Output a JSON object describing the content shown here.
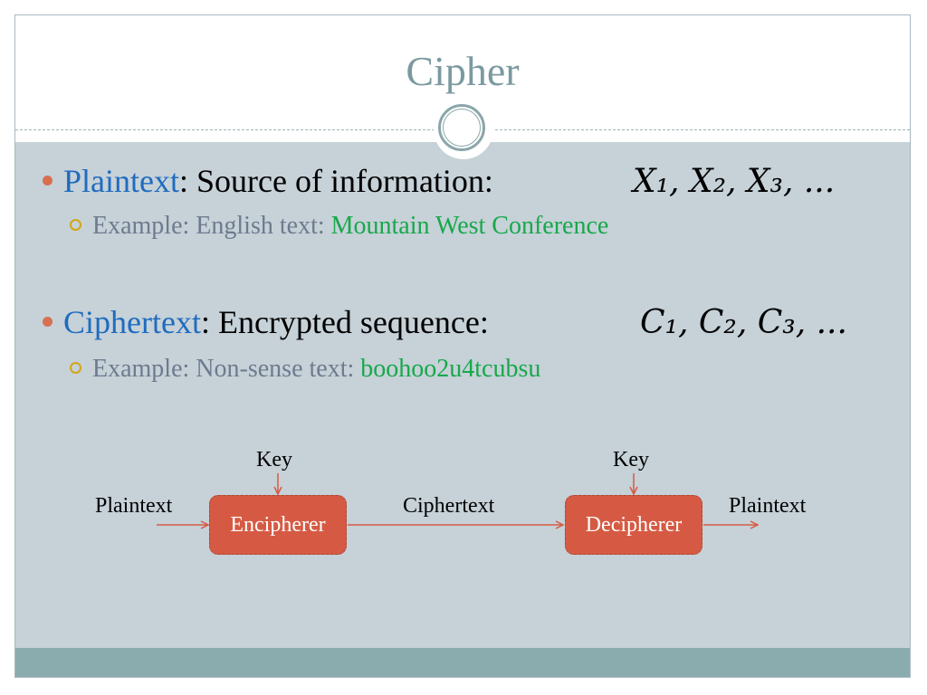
{
  "slide": {
    "title": "Cipher"
  },
  "bullets": [
    {
      "keyword": "Plaintext",
      "rest": ":  Source of information:",
      "math": "X₁, X₂, X₃, ...",
      "example_label": "Example:  English text:  ",
      "example_value": "Mountain West Conference"
    },
    {
      "keyword": "Ciphertext",
      "rest": ":  Encrypted sequence:",
      "math": "C₁, C₂, C₃, ...",
      "example_label": "Example:  Non-sense text:  ",
      "example_value": "boohoo2u4tcubsu"
    }
  ],
  "diagram": {
    "input_label": "Plaintext",
    "key_label_1": "Key",
    "encipherer": "Encipherer",
    "middle_label": "Ciphertext",
    "key_label_2": "Key",
    "decipherer": "Decipherer",
    "output_label": "Plaintext"
  },
  "colors": {
    "keyword": "#1f6cbf",
    "example_value": "#17a84a",
    "box_fill": "#d65a43",
    "arrow": "#d65a43",
    "bullet_dot": "#d7704f",
    "sub_bullet_ring": "#d0a716",
    "title": "#7b9aa0"
  }
}
